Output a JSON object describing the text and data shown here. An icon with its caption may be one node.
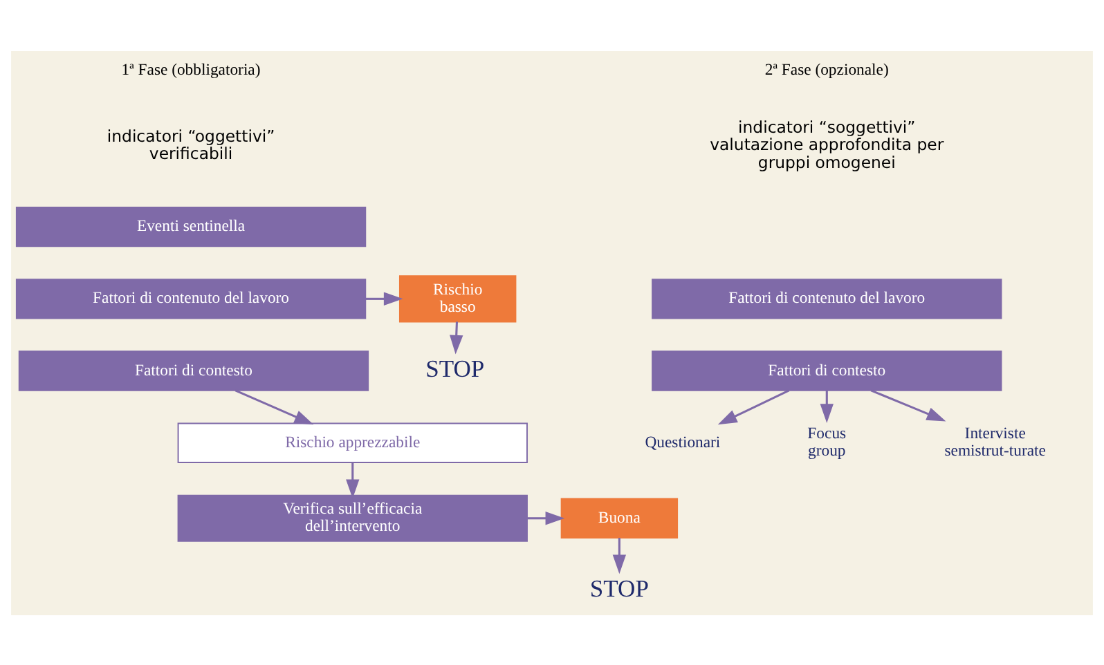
{
  "diagram": {
    "nodes": [
      {
        "text": [
          "Eventi sentinella"
        ]
      },
      {
        "text": [
          "Fattori di contenuto del lavoro"
        ]
      },
      {
        "text": [
          "Rischio basso"
        ]
      },
      {
        "text": [
          "Fattori di contesto"
        ]
      },
      {
        "text": [
          "STOP"
        ]
      },
      {
        "text": [
          "Rischio apprezzabile"
        ]
      },
      {
        "text": [
          "Verifica sull’efficacia dell’intervento"
        ]
      },
      {
        "text": [
          "Buona"
        ]
      },
      {
        "text": [
          "STOP"
        ]
      },
      {
        "text": [
          "Fattori di contenuto del lavoro"
        ]
      },
      {
        "text": [
          "Fattori di contesto"
        ]
      },
      {
        "text": [
          "Questionari"
        ]
      },
      {
        "text": [
          "Focus group"
        ]
      },
      {
        "text": [
          "Interviste semistrut-turate"
        ]
      }
    ],
    "edges": [
      {
        "from": 1,
        "to": 2,
        "arrow": "to"
      },
      {
        "from": 2,
        "to": 4,
        "arrow": "to"
      },
      {
        "from": 3,
        "to": 5,
        "arrow": "to"
      },
      {
        "from": 5,
        "to": 6,
        "arrow": "to"
      },
      {
        "from": 6,
        "to": 7,
        "arrow": "to"
      },
      {
        "from": 7,
        "to": 8,
        "arrow": "to"
      },
      {
        "from": 10,
        "to": 11,
        "arrow": "to"
      },
      {
        "from": 10,
        "to": 12,
        "arrow": "to"
      },
      {
        "from": 10,
        "to": 13,
        "arrow": "to"
      }
    ],
    "labels": [
      "1ª Fase (obbligatoria)",
      "indicatori “oggettivi” verificabili",
      "2ª Fase (opzionale)",
      "indicatori “soggettivi” valutazione approfondita per gruppi omogenei"
    ]
  }
}
